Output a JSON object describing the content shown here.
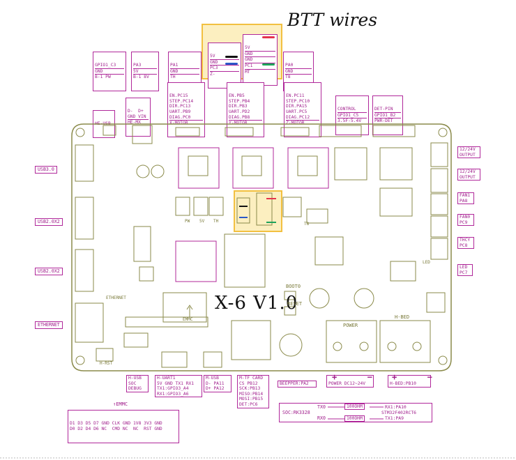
{
  "handwritten_title": "BTT wires",
  "board_title": "X-6 V1.0",
  "colors": {
    "line": "#8a8a4a",
    "label": "#b0279a",
    "red": "#e5334b",
    "green": "#1ea35a",
    "blue": "#2a58c8",
    "highlight": "#f7d572"
  },
  "top_connectors": [
    {
      "rows": [
        "GPIO1_C3",
        "GND",
        "B-1 PW"
      ]
    },
    {
      "rows": [
        "PA3",
        "5V",
        "B-1 8V"
      ]
    },
    {
      "rows": [
        "PA1",
        "GND",
        "TH"
      ]
    },
    {
      "rows": [
        "5V",
        "GND",
        "PC3",
        "Z-"
      ]
    },
    {
      "rows": [
        "5V",
        "GND",
        "GND",
        "PC1",
        "MT"
      ]
    },
    {
      "rows": [
        "PA0",
        "GND",
        "T8"
      ]
    }
  ],
  "driver_labels": [
    {
      "rows": [
        "EN.PC15",
        "STEP.PC14",
        "DIR.PC13",
        "UART.PB9",
        "DIAG.PC0",
        "X-MOTOR"
      ]
    },
    {
      "rows": [
        "EN.PB5",
        "STEP.PB4",
        "DIR.PB3",
        "UART.PD2",
        "DIAG.PB8",
        "Y-MOTOR"
      ]
    },
    {
      "rows": [
        "EN.PC11",
        "STEP.PC10",
        "DIR.PA15",
        "UART.PC5",
        "DIAG.PC12",
        "Z-MOTOR"
      ]
    }
  ],
  "misc_top": [
    {
      "rows": [
        "HE-USB"
      ]
    },
    {
      "rows": [
        "D-  D+",
        "GND VIN",
        "HE-MX"
      ]
    },
    {
      "rows": [
        "CONTROL",
        "GPIO1_C5",
        "3.5F-5.4V"
      ]
    },
    {
      "rows": [
        "DET-PIN",
        "GPIO1_B2",
        "PWR-DET"
      ]
    }
  ],
  "left_labels": [
    "USB3.0",
    "USB2.0X2",
    "USB2.0X2",
    "ETHERNET"
  ],
  "right_labels": [
    {
      "rows": [
        "12/24V",
        "OUTPUT"
      ]
    },
    {
      "rows": [
        "12/24V",
        "OUTPUT"
      ]
    },
    {
      "rows": [
        "FAN1",
        "PA8"
      ]
    },
    {
      "rows": [
        "FAN0",
        "PC9"
      ]
    },
    {
      "rows": [
        "THCY",
        "PC8"
      ]
    },
    {
      "rows": [
        "LED",
        "PC7"
      ]
    }
  ],
  "bottom_labels": [
    {
      "rows": [
        "H-USB",
        "SOC",
        "DEBUG"
      ]
    },
    {
      "rows": [
        "H-UART1",
        "5V GND TX1 RX1",
        "TX1:GPIO3_A4",
        "RX1:GPIO3_A6"
      ]
    },
    {
      "rows": [
        "M-USB",
        "D- PA11",
        "D+ PA12"
      ]
    },
    {
      "rows": [
        "M-TF CARD",
        "CS PB12",
        "SCK:PB13",
        "MISO:PB14",
        "MOSI:PB15",
        "DET:PC6"
      ]
    },
    {
      "rows": [
        "BEEPPER:PA2"
      ]
    },
    {
      "rows": [
        "POWER DC12~24V"
      ]
    },
    {
      "rows": [
        "H-BED:PB10"
      ]
    }
  ],
  "emmc_pins": {
    "label": "EMMC",
    "row1": "D1 D3 D5 D7 GND CLK GND 1V8 3V3 GND",
    "row2": "D0 D2 D4 D6 NC  CMD NC  NC  RST GND"
  },
  "soc_link": {
    "soc": "SOC:RK3328",
    "tx": "TX0",
    "rx": "RX0",
    "res1": "100OHM",
    "res2": "100OHM",
    "stm1": "RX1:PA10",
    "stm2": "STM32F402RCT6",
    "stm3": "TX1:PA9"
  },
  "board_texts": {
    "boot": "BOOT0",
    "reset": "RESET",
    "power": "POWER",
    "hbed": "H-BED",
    "led": "LED",
    "ethernet": "ETHERNET",
    "emmc": "EMMC",
    "hrst": "H-RST",
    "t8": "T8",
    "pw": "PW",
    "v5": "5V",
    "th": "TH"
  }
}
